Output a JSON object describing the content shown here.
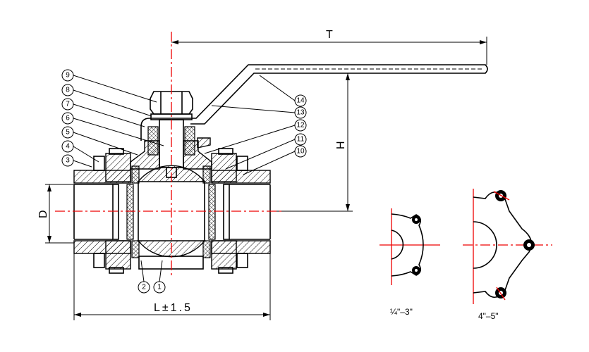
{
  "dimensions": {
    "T": "T",
    "H": "H",
    "D": "D",
    "L": "L±1.5"
  },
  "callouts": [
    "1",
    "2",
    "3",
    "4",
    "5",
    "6",
    "7",
    "8",
    "9",
    "10",
    "11",
    "12",
    "13",
    "14"
  ],
  "size_labels": {
    "small": "¼\"–3\"",
    "large": "4\"–5\""
  },
  "colors": {
    "line": "#000000",
    "centerline": "#e00000"
  }
}
